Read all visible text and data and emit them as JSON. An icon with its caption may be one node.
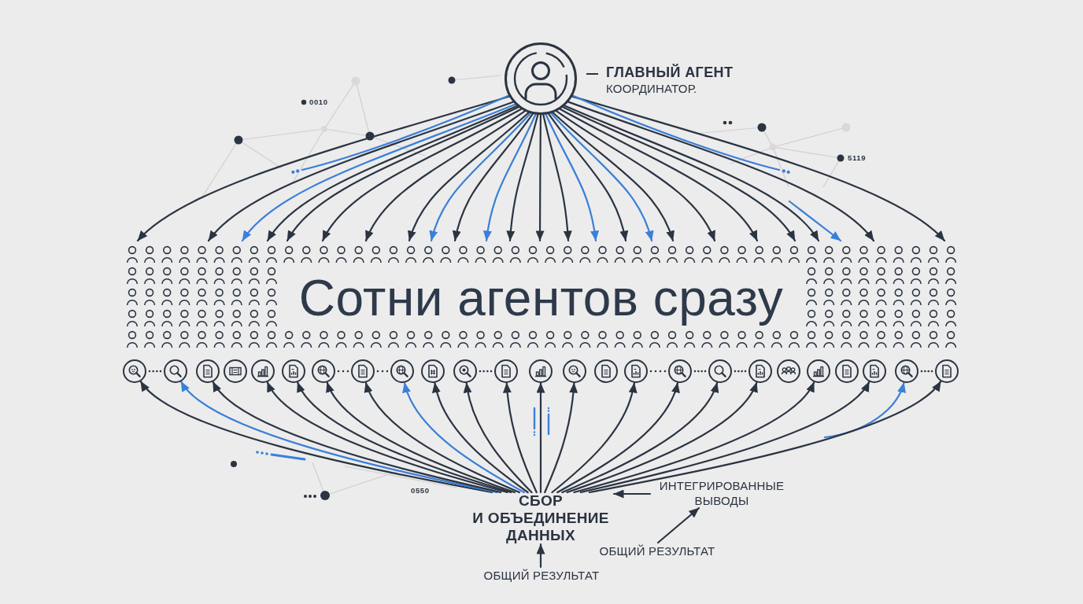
{
  "diagram": {
    "nodes": [
      {
        "text": [],
        "shape": "circle",
        "beside": [
          "ГЛАВНЫЙ АГЕНТ",
          "КООРДИНАТОР."
        ]
      },
      {
        "text": [
          "Сотни агентов сразу"
        ]
      },
      {
        "text": [],
        "shape": "circle"
      },
      {
        "text": [],
        "shape": "circle"
      },
      {
        "text": [],
        "shape": "circle"
      },
      {
        "text": [],
        "shape": "circle"
      },
      {
        "text": [],
        "shape": "circle"
      },
      {
        "text": [],
        "shape": "circle"
      },
      {
        "text": [],
        "shape": "circle"
      },
      {
        "text": [],
        "shape": "circle"
      },
      {
        "text": [],
        "shape": "circle"
      },
      {
        "text": [],
        "shape": "circle"
      },
      {
        "text": [],
        "shape": "circle"
      },
      {
        "text": [],
        "shape": "circle"
      },
      {
        "text": [],
        "shape": "circle"
      },
      {
        "text": [],
        "shape": "circle"
      },
      {
        "text": [],
        "shape": "circle"
      },
      {
        "text": [],
        "shape": "circle"
      },
      {
        "text": [],
        "shape": "circle"
      },
      {
        "text": [],
        "shape": "circle"
      },
      {
        "text": [],
        "shape": "circle"
      },
      {
        "text": [],
        "shape": "circle"
      },
      {
        "text": [],
        "shape": "circle"
      },
      {
        "text": [],
        "shape": "circle"
      },
      {
        "text": [],
        "shape": "circle"
      },
      {
        "text": [],
        "shape": "circle"
      },
      {
        "text": [],
        "shape": "circle"
      },
      {
        "text": [
          "СБОР И ОБЪЕДИНЕНИЕ ДАННЫХ"
        ]
      },
      {
        "text": [
          "ИНТЕГРИРОВАННЫЕ ВЫВОДЫ"
        ]
      },
      {
        "text": [
          "ОБЩИЙ РЕЗУЛЬТАТ"
        ]
      },
      {
        "text": [
          "ОБЩИЙ РЕЗУЛЬТАТ"
        ]
      }
    ],
    "edges": [
      {
        "from": 0,
        "to": 1,
        "arrow": "to"
      },
      {
        "from": 0,
        "to": 1,
        "arrow": "to"
      },
      {
        "from": 0,
        "to": 1,
        "arrow": "to",
        "color": "#3b7fd8"
      },
      {
        "from": 0,
        "to": 1,
        "arrow": "to"
      },
      {
        "from": 0,
        "to": 1,
        "arrow": "to"
      },
      {
        "from": 0,
        "to": 1,
        "arrow": "to"
      },
      {
        "from": 0,
        "to": 1,
        "arrow": "to"
      },
      {
        "from": 0,
        "to": 1,
        "arrow": "to"
      },
      {
        "from": 0,
        "to": 1,
        "arrow": "to",
        "color": "#3b7fd8"
      },
      {
        "from": 0,
        "to": 1,
        "arrow": "to"
      },
      {
        "from": 0,
        "to": 1,
        "arrow": "to",
        "color": "#3b7fd8"
      },
      {
        "from": 0,
        "to": 1,
        "arrow": "to"
      },
      {
        "from": 0,
        "to": 1,
        "arrow": "to"
      },
      {
        "from": 0,
        "to": 1,
        "arrow": "to"
      },
      {
        "from": 0,
        "to": 1,
        "arrow": "to",
        "color": "#3b7fd8"
      },
      {
        "from": 0,
        "to": 1,
        "arrow": "to"
      },
      {
        "from": 0,
        "to": 1,
        "arrow": "to",
        "color": "#3b7fd8"
      },
      {
        "from": 0,
        "to": 1,
        "arrow": "to"
      },
      {
        "from": 0,
        "to": 1,
        "arrow": "to"
      },
      {
        "from": 0,
        "to": 1,
        "arrow": "to"
      },
      {
        "from": 0,
        "to": 1,
        "arrow": "to"
      },
      {
        "from": 0,
        "to": 1,
        "arrow": "to"
      },
      {
        "from": null,
        "to": 1,
        "arrow": "to",
        "color": "#3b7fd8"
      },
      {
        "from": 0,
        "to": 1,
        "arrow": "to"
      },
      {
        "from": 0,
        "to": 1,
        "arrow": "to"
      },
      {
        "from": 0,
        "to": null,
        "arrow": "other",
        "color": "#3b7fd8"
      },
      {
        "from": 0,
        "to": null,
        "arrow": "other",
        "color": "#3b7fd8"
      },
      {
        "from": 27,
        "to": 2,
        "arrow": "to"
      },
      {
        "from": 27,
        "to": 3,
        "arrow": "to",
        "color": "#3b7fd8"
      },
      {
        "from": 27,
        "to": 4,
        "arrow": "to"
      },
      {
        "from": 27,
        "to": 6,
        "arrow": "to"
      },
      {
        "from": 27,
        "to": 7,
        "arrow": "to"
      },
      {
        "from": 27,
        "to": 8,
        "arrow": "to"
      },
      {
        "from": 27,
        "to": 9,
        "arrow": "to"
      },
      {
        "from": 27,
        "to": 10,
        "arrow": "to",
        "color": "#3b7fd8"
      },
      {
        "from": 27,
        "to": 11,
        "arrow": "to"
      },
      {
        "from": 27,
        "to": 12,
        "arrow": "to"
      },
      {
        "from": 27,
        "to": 13,
        "arrow": "to"
      },
      {
        "from": 27,
        "to": 14,
        "arrow": "to"
      },
      {
        "from": 27,
        "to": 15,
        "arrow": "to"
      },
      {
        "from": 27,
        "to": 17,
        "arrow": "to"
      },
      {
        "from": 27,
        "to": 18,
        "arrow": "to"
      },
      {
        "from": 27,
        "to": 19,
        "arrow": "to"
      },
      {
        "from": 27,
        "to": 20,
        "arrow": "to"
      },
      {
        "from": 27,
        "to": 22,
        "arrow": "to"
      },
      {
        "from": 27,
        "to": 24,
        "arrow": "to"
      },
      {
        "from": null,
        "to": 25,
        "arrow": "to",
        "color": "#3b7fd8"
      },
      {
        "from": 27,
        "to": 26,
        "arrow": "to"
      },
      {
        "from": 28,
        "to": 27,
        "arrow": "to"
      },
      {
        "from": 29,
        "to": 28,
        "arrow": "to"
      },
      {
        "from": 30,
        "to": 27,
        "arrow": "to"
      },
      {
        "from": 2,
        "to": 3,
        "arrow": "none",
        "style": "dashed"
      },
      {
        "from": 8,
        "to": 9,
        "arrow": "none",
        "style": "dashed"
      },
      {
        "from": 9,
        "to": 10,
        "arrow": "none",
        "style": "dashed"
      },
      {
        "from": 12,
        "to": 13,
        "arrow": "none",
        "style": "dashed"
      },
      {
        "from": 17,
        "to": 18,
        "arrow": "none",
        "style": "dashed"
      },
      {
        "from": 18,
        "to": 19,
        "arrow": "none",
        "style": "dashed"
      },
      {
        "from": 19,
        "to": 20,
        "arrow": "none",
        "style": "dashed"
      },
      {
        "from": 25,
        "to": 26,
        "arrow": "none",
        "style": "dashed"
      }
    ],
    "labels": [
      "0010",
      "5119",
      "0550"
    ]
  }
}
